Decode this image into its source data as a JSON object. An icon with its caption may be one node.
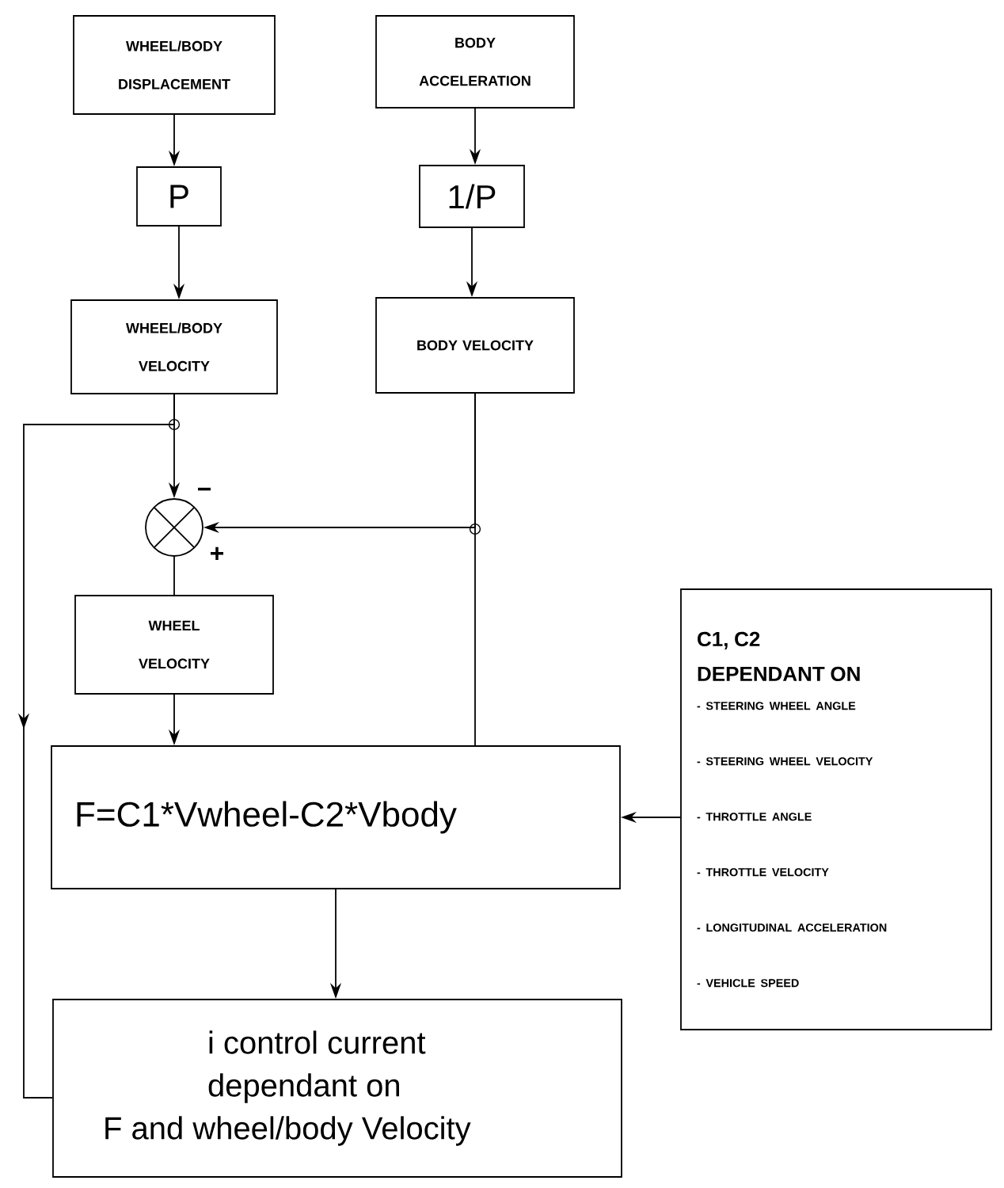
{
  "diagram": {
    "nodes": [
      {
        "text": [
          "WHEEL/BODY DISPLACEMENT"
        ]
      },
      {
        "text": [
          "BODY ACCELERATION"
        ]
      },
      {
        "text": [
          "P"
        ]
      },
      {
        "text": [
          "1/P"
        ]
      },
      {
        "text": [
          "WHEEL/BODY VELOCITY"
        ]
      },
      {
        "text": [
          "BODY VELOCITY"
        ]
      },
      {
        "text": [],
        "shape": "circle",
        "beside": [
          "−",
          "+"
        ]
      },
      {
        "text": [
          "WHEEL VELOCITY"
        ]
      },
      {
        "text": [
          "F=C1*Vwheel-C2*Vbody"
        ]
      },
      {
        "text": [
          "C1, C2 DEPENDANT ON",
          "- STEERING WHEEL ANGLE",
          "- STEERING WHEEL VELOCITY",
          "- THROTTLE ANGLE",
          "- THROTTLE VELOCITY",
          "- LONGITUDINAL ACCELERATION",
          "- VEHICLE SPEED"
        ]
      },
      {
        "text": [
          "i control current dependant on F and wheel/body Velocity"
        ]
      }
    ],
    "edges": [
      {
        "from": 0,
        "to": 2,
        "arrow": "to"
      },
      {
        "from": 2,
        "to": 4,
        "arrow": "to"
      },
      {
        "from": 1,
        "to": 3,
        "arrow": "to"
      },
      {
        "from": 3,
        "to": 5,
        "arrow": "to"
      },
      {
        "from": 4,
        "to": 6,
        "arrow": "to"
      },
      {
        "from": 5,
        "to": 6,
        "arrow": "to"
      },
      {
        "from": 5,
        "to": 8,
        "arrow": "none"
      },
      {
        "from": 6,
        "to": 7,
        "arrow": "none"
      },
      {
        "from": 7,
        "to": 8,
        "arrow": "to"
      },
      {
        "from": 9,
        "to": 8,
        "arrow": "to"
      },
      {
        "from": 8,
        "to": 10,
        "arrow": "to"
      },
      {
        "from": 4,
        "to": 10,
        "arrow": "to"
      }
    ]
  }
}
